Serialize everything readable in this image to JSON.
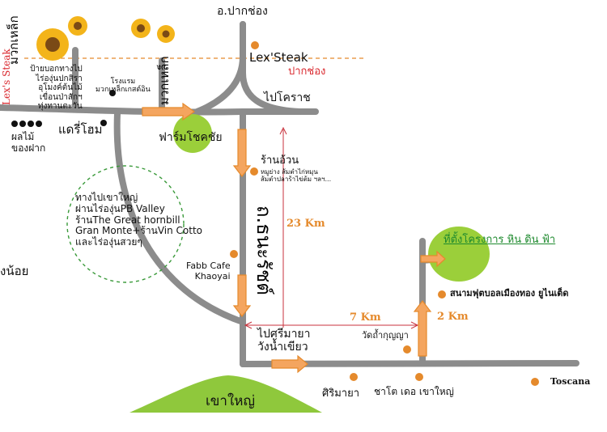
{
  "colors": {
    "road": "#8c8c8c",
    "orange_marker": "#e58a2c",
    "arrow_fill": "#f4a55f",
    "green_zone": "#9bcf3a",
    "hill": "#8fc83c",
    "dashed_circle": "#3a9a3a",
    "measure_line": "#c8323c",
    "sunflower_petal": "#f3b41a",
    "sunflower_center": "#7a4a16"
  },
  "roads": {
    "top_label": "อ.ปากช่อง",
    "east_label": "ไปโคราช",
    "main_road_label": "ถ.ธนะรัชต์",
    "bottom_road_label_1": "ไปศรีมายา",
    "bottom_road_label_2": "วังน้ำเขียว",
    "muak_lek_vertical": "มวกเหล็ก",
    "muak_lek_left_vertical": "มวกเหล็ก",
    "lex_left_vertical": "Lex's Steak"
  },
  "places": {
    "lex_steak": "Lex'Steak",
    "pak_chong_red": "ปากช่อง",
    "farm_chokchai": "ฟาร์มโชคชัย",
    "raan_auan": "ร้านอ้วน",
    "raan_auan_sub_1": "หมูย่าง ส้มตำไก่หมุน",
    "raan_auan_sub_2": "ส้มตำปลาร้าไข่ต้ม ฯลฯ...",
    "fabb_cafe_1": "Fabb Cafe",
    "fabb_cafe_2": "Khaoyai",
    "hotel_1": "โรงแรม",
    "hotel_2": "มวกเหล็กเกสต์อิน",
    "dairy_home": "แดรี่โฮม",
    "fruit_1": "ผลไม้",
    "fruit_2": "ของฝาก",
    "sign_1": "ป้ายบอกทางไป",
    "sign_2": "ไร่องุ่นปกสิรา",
    "sign_3": "อุโมงค์ต้นไม้",
    "sign_4": "เขื่อนป่าสักฯ",
    "sign_5": "ทุ่งทานตะวัน",
    "wang_noi_partial": "งน้อย",
    "project_site": "ที่ตั้งโครงการ หิน ดิน ฟ้า",
    "football_field": "สนามฟุตบอลเมืองทอง ยูไนเต็ด",
    "wat": "วัดถ้ำกุญญา",
    "sri_maya": "ศิริมายา",
    "chateau": "ชาโต เดอ เขาใหญ่",
    "toscana": "Toscana",
    "khao_yai": "เขาใหญ่"
  },
  "circle_text": [
    "ทางไปเขาใหญ่",
    "ผ่านไร่องุ่นPB Valley",
    "ร้านThe Great hornbill",
    "Gran Monte+ร้านVin Cotto",
    "และไร่องุ่นสวยๆ"
  ],
  "distances": {
    "d1": "23 Km",
    "d2": "7 Km",
    "d3": "2 Km"
  }
}
